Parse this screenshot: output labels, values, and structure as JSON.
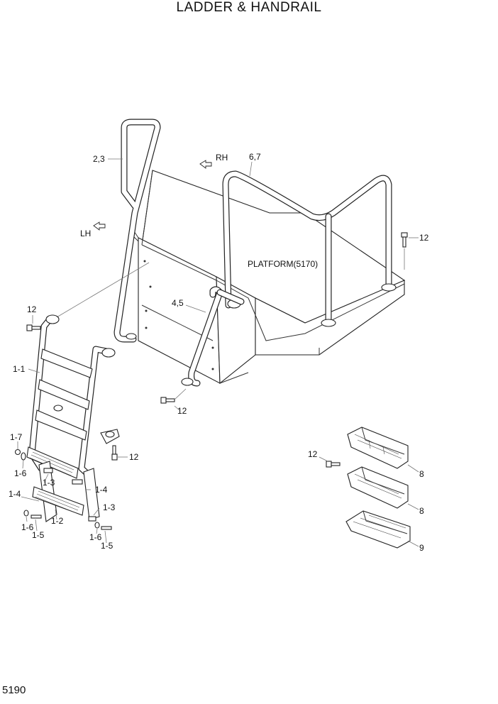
{
  "title": "LADDER & HANDRAIL",
  "page_number": "5190",
  "platform_label": "PLATFORM(5170)",
  "direction_labels": {
    "rh": "RH",
    "lh": "LH"
  },
  "callouts": {
    "handrail_2_3": "2,3",
    "handrail_6_7": "6,7",
    "handrail_4_5": "4,5",
    "bolt_12_top_right": "12",
    "bolt_12_ladder_top": "12",
    "bolt_12_platform": "12",
    "bolt_12_ladder_mid": "12",
    "bolt_12_steps": "12",
    "ladder_1_1": "1-1",
    "ladder_1_7": "1-7",
    "ladder_1_6_left": "1-6",
    "ladder_1_3_left": "1-3",
    "ladder_1_4_left": "1-4",
    "ladder_1_4_right": "1-4",
    "ladder_1_3_right": "1-3",
    "ladder_1_2": "1-2",
    "ladder_1_6_bottom_left": "1-6",
    "ladder_1_5_bottom_left": "1-5",
    "ladder_1_6_bottom_right": "1-6",
    "ladder_1_5_bottom_right": "1-5",
    "step_8_upper": "8",
    "step_8_lower": "8",
    "step_9": "9"
  }
}
